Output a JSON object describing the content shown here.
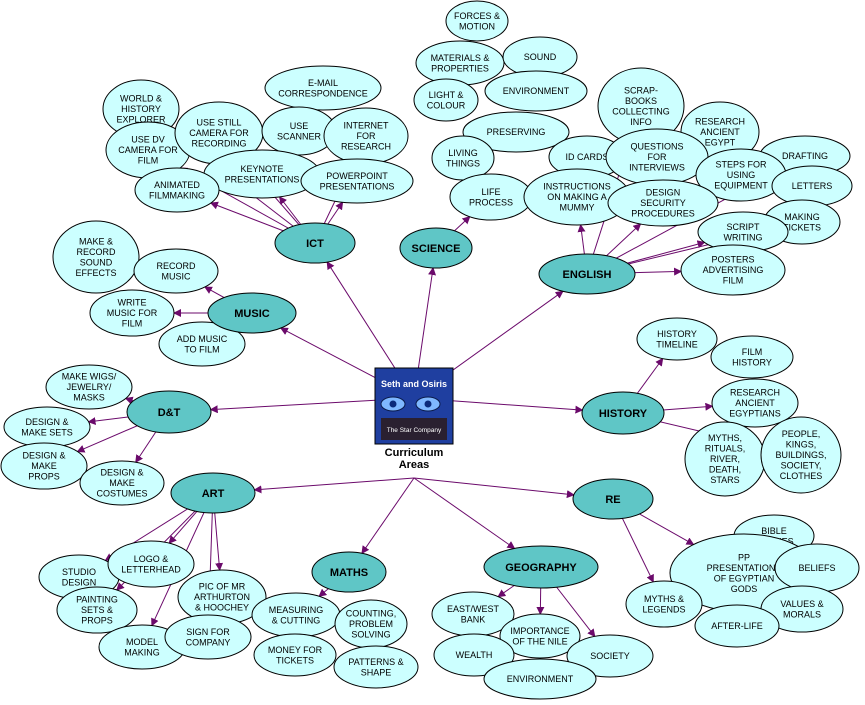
{
  "center": {
    "cover_title": "Seth and Osiris",
    "cover_publisher": "The Star Company",
    "caption": [
      "Curriculum",
      "Areas"
    ]
  },
  "colors": {
    "hub_fill": "#5fc6c6",
    "leaf_fill": "#ccffff",
    "arrow": "#6b0a6b",
    "cover_bg": "#1f3fa0"
  },
  "hubs": [
    {
      "id": "ict",
      "label": "ICT"
    },
    {
      "id": "science",
      "label": "SCIENCE"
    },
    {
      "id": "english",
      "label": "ENGLISH"
    },
    {
      "id": "music",
      "label": "MUSIC"
    },
    {
      "id": "dt",
      "label": "D&T"
    },
    {
      "id": "history",
      "label": "HISTORY"
    },
    {
      "id": "art",
      "label": "ART"
    },
    {
      "id": "re",
      "label": "RE"
    },
    {
      "id": "maths",
      "label": "MATHS"
    },
    {
      "id": "geography",
      "label": "GEOGRAPHY"
    }
  ],
  "leaves": [
    {
      "hub": "ict",
      "lines": [
        "WORLD &",
        "HISTORY",
        "EXPLORER"
      ]
    },
    {
      "hub": "ict",
      "lines": [
        "USE DV",
        "CAMERA FOR",
        "FILM"
      ]
    },
    {
      "hub": "ict",
      "lines": [
        "USE STILL",
        "CAMERA FOR",
        "RECORDING"
      ]
    },
    {
      "hub": "ict",
      "lines": [
        "E-MAIL",
        "CORRESPONDENCE"
      ]
    },
    {
      "hub": "ict",
      "lines": [
        "USE",
        "SCANNER"
      ]
    },
    {
      "hub": "ict",
      "lines": [
        "INTERNET",
        "FOR",
        "RESEARCH"
      ]
    },
    {
      "hub": "ict",
      "lines": [
        "KEYNOTE",
        "PRESENTATIONS"
      ]
    },
    {
      "hub": "ict",
      "lines": [
        "ANIMATED",
        "FILMMAKING"
      ]
    },
    {
      "hub": "ict",
      "lines": [
        "POWERPOINT",
        "PRESENTATIONS"
      ]
    },
    {
      "hub": "science",
      "lines": [
        "FORCES &",
        "MOTION"
      ]
    },
    {
      "hub": "science",
      "lines": [
        "MATERIALS &",
        "PROPERTIES"
      ]
    },
    {
      "hub": "science",
      "lines": [
        "SOUND"
      ]
    },
    {
      "hub": "science",
      "lines": [
        "LIGHT &",
        "COLOUR"
      ]
    },
    {
      "hub": "science",
      "lines": [
        "ENVIRONMENT"
      ]
    },
    {
      "hub": "science",
      "lines": [
        "PRESERVING"
      ]
    },
    {
      "hub": "science",
      "lines": [
        "LIVING",
        "THINGS"
      ]
    },
    {
      "hub": "science",
      "lines": [
        "LIFE",
        "PROCESS"
      ]
    },
    {
      "hub": "english",
      "lines": [
        "SCRAP-",
        "BOOKS",
        "COLLECTING",
        "INFO"
      ]
    },
    {
      "hub": "english",
      "lines": [
        "RESEARCH",
        "ANCIENT",
        "EGYPT"
      ]
    },
    {
      "hub": "english",
      "lines": [
        "ID CARDS"
      ]
    },
    {
      "hub": "english",
      "lines": [
        "QUESTIONS",
        "FOR",
        "INTERVIEWS"
      ]
    },
    {
      "hub": "english",
      "lines": [
        "DRAFTING"
      ]
    },
    {
      "hub": "english",
      "lines": [
        "STEPS FOR",
        "USING",
        "EQUIPMENT"
      ]
    },
    {
      "hub": "english",
      "lines": [
        "LETTERS"
      ]
    },
    {
      "hub": "english",
      "lines": [
        "INSTRUCTIONS",
        "ON MAKING A",
        "MUMMY"
      ]
    },
    {
      "hub": "english",
      "lines": [
        "DESIGN",
        "SECURITY",
        "PROCEDURES"
      ]
    },
    {
      "hub": "english",
      "lines": [
        "MAKING",
        "TICKETS"
      ]
    },
    {
      "hub": "english",
      "lines": [
        "SCRIPT",
        "WRITING"
      ]
    },
    {
      "hub": "english",
      "lines": [
        "POSTERS",
        "ADVERTISING",
        "FILM"
      ]
    },
    {
      "hub": "music",
      "lines": [
        "MAKE &",
        "RECORD",
        "SOUND",
        "EFFECTS"
      ]
    },
    {
      "hub": "music",
      "lines": [
        "RECORD",
        "MUSIC"
      ]
    },
    {
      "hub": "music",
      "lines": [
        "WRITE",
        "MUSIC FOR",
        "FILM"
      ]
    },
    {
      "hub": "music",
      "lines": [
        "ADD MUSIC",
        "TO FILM"
      ]
    },
    {
      "hub": "dt",
      "lines": [
        "MAKE WIGS/",
        "JEWELRY/",
        "MASKS"
      ]
    },
    {
      "hub": "dt",
      "lines": [
        "DESIGN &",
        "MAKE SETS"
      ]
    },
    {
      "hub": "dt",
      "lines": [
        "DESIGN &",
        "MAKE",
        "PROPS"
      ]
    },
    {
      "hub": "dt",
      "lines": [
        "DESIGN &",
        "MAKE",
        "COSTUMES"
      ]
    },
    {
      "hub": "history",
      "lines": [
        "HISTORY",
        "TIMELINE"
      ]
    },
    {
      "hub": "history",
      "lines": [
        "FILM",
        "HISTORY"
      ]
    },
    {
      "hub": "history",
      "lines": [
        "RESEARCH",
        "ANCIENT",
        "EGYPTIANS"
      ]
    },
    {
      "hub": "history",
      "lines": [
        "MYTHS,",
        "RITUALS,",
        "RIVER,",
        "DEATH,",
        "STARS"
      ]
    },
    {
      "hub": "history",
      "lines": [
        "PEOPLE,",
        "KINGS,",
        "BUILDINGS,",
        "SOCIETY,",
        "CLOTHES"
      ]
    },
    {
      "hub": "art",
      "lines": [
        "STUDIO",
        "DESIGN"
      ]
    },
    {
      "hub": "art",
      "lines": [
        "LOGO &",
        "LETTERHEAD"
      ]
    },
    {
      "hub": "art",
      "lines": [
        "PAINTING",
        "SETS &",
        "PROPS"
      ]
    },
    {
      "hub": "art",
      "lines": [
        "PIC OF MR",
        "ARTHURTON",
        "& HOOCHEY"
      ]
    },
    {
      "hub": "art",
      "lines": [
        "MODEL",
        "MAKING"
      ]
    },
    {
      "hub": "art",
      "lines": [
        "SIGN FOR",
        "COMPANY"
      ]
    },
    {
      "hub": "maths",
      "lines": [
        "MEASURING",
        "& CUTTING"
      ]
    },
    {
      "hub": "maths",
      "lines": [
        "COUNTING,",
        "PROBLEM",
        "SOLVING"
      ]
    },
    {
      "hub": "maths",
      "lines": [
        "MONEY FOR",
        "TICKETS"
      ]
    },
    {
      "hub": "maths",
      "lines": [
        "PATTERNS &",
        "SHAPE"
      ]
    },
    {
      "hub": "geography",
      "lines": [
        "EAST/WEST",
        "BANK"
      ]
    },
    {
      "hub": "geography",
      "lines": [
        "IMPORTANCE",
        "OF THE NILE"
      ]
    },
    {
      "hub": "geography",
      "lines": [
        "WEALTH"
      ]
    },
    {
      "hub": "geography",
      "lines": [
        "SOCIETY"
      ]
    },
    {
      "hub": "geography",
      "lines": [
        "ENVIRONMENT"
      ]
    },
    {
      "hub": "re",
      "lines": [
        "BIBLE",
        "STORIES"
      ]
    },
    {
      "hub": "re",
      "lines": [
        "PP",
        "PRESENTATIONS",
        "OF EGYPTIAN",
        "GODS"
      ]
    },
    {
      "hub": "re",
      "lines": [
        "BELIEFS"
      ]
    },
    {
      "hub": "re",
      "lines": [
        "MYTHS &",
        "LEGENDS"
      ]
    },
    {
      "hub": "re",
      "lines": [
        "VALUES &",
        "MORALS"
      ]
    },
    {
      "hub": "re",
      "lines": [
        "AFTER-LIFE"
      ]
    }
  ]
}
